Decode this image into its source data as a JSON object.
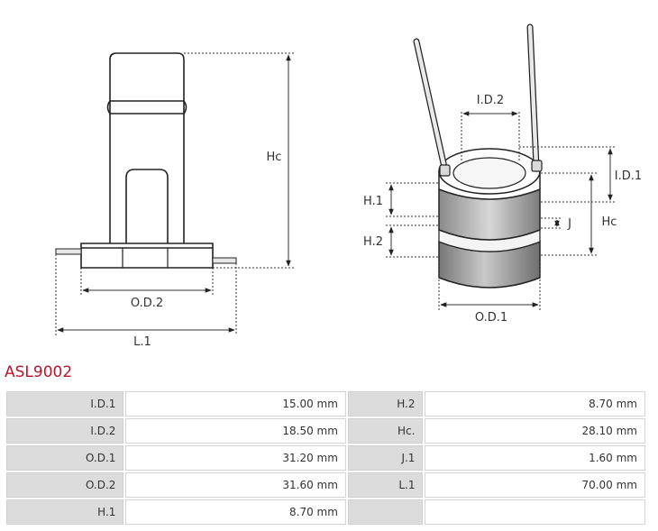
{
  "left_view": {
    "dim_hc": "Hc",
    "dim_od2": "O.D.2",
    "dim_l1": "L.1"
  },
  "right_view": {
    "dim_id2": "I.D.2",
    "dim_id1": "I.D.1",
    "dim_h1": "H.1",
    "dim_h2": "H.2",
    "dim_j": "J",
    "dim_hc": "Hc",
    "dim_od1": "O.D.1"
  },
  "part_number": "ASL9002",
  "specs": [
    {
      "label_a": "I.D.1",
      "value_a": "15.00 mm",
      "label_b": "H.2",
      "value_b": "8.70 mm"
    },
    {
      "label_a": "I.D.2",
      "value_a": "18.50 mm",
      "label_b": "Hc.",
      "value_b": "28.10 mm"
    },
    {
      "label_a": "O.D.1",
      "value_a": "31.20 mm",
      "label_b": "J.1",
      "value_b": "1.60 mm"
    },
    {
      "label_a": "O.D.2",
      "value_a": "31.60 mm",
      "label_b": "L.1",
      "value_b": "70.00 mm"
    },
    {
      "label_a": "H.1",
      "value_a": "8.70 mm",
      "label_b": "",
      "value_b": ""
    }
  ]
}
